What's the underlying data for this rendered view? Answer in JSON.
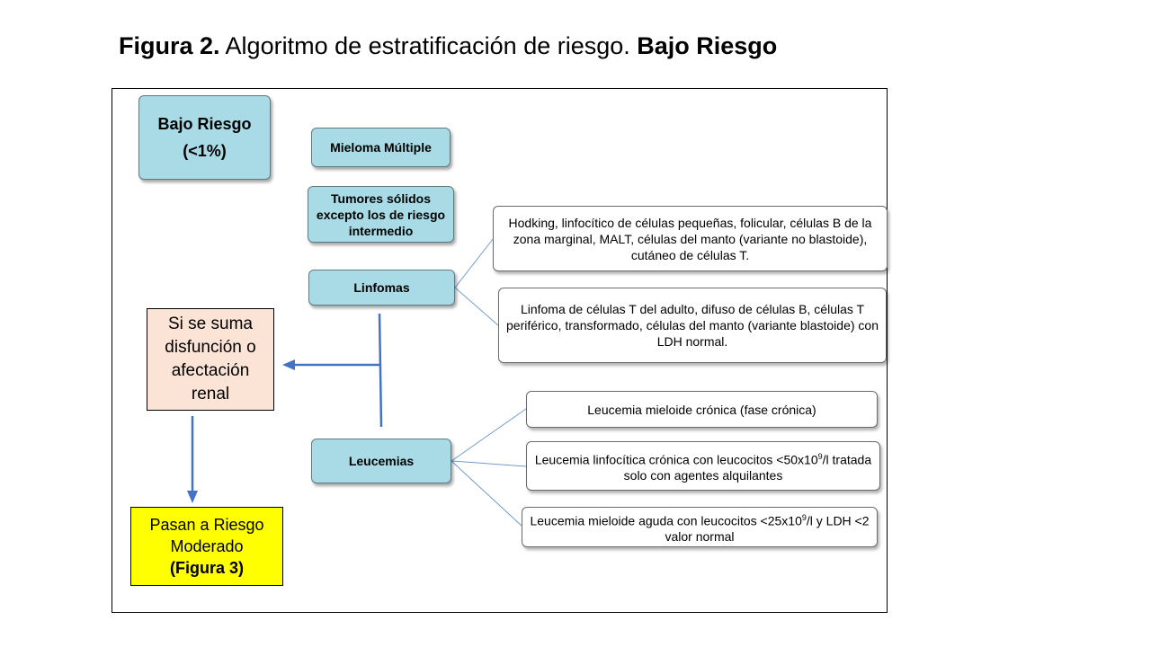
{
  "title": {
    "prefix": "Figura 2.",
    "main": " Algoritmo de estratificación de riesgo. ",
    "suffix": "Bajo Riesgo"
  },
  "risk_box": {
    "line1": "Bajo Riesgo",
    "line2": "(<1%)"
  },
  "categories": {
    "mieloma": "Mieloma Múltiple",
    "tumores": "Tumores sólidos excepto los de riesgo intermedio",
    "linfomas": "Linfomas",
    "leucemias": "Leucemias"
  },
  "linfomas_details": [
    "Hodking, linfocítico de células pequeñas, folicular, células B de la zona marginal, MALT, células del manto (variante no blastoide), cutáneo de células T.",
    "Linfoma de células T del adulto, difuso de células B, células T periférico, transformado, células del manto (variante blastoide) con LDH normal."
  ],
  "leucemias_details": {
    "d1": "Leucemia mieloide crónica (fase crónica)",
    "d2_pre": "Leucemia linfocítica crónica con leucocitos <50x10",
    "d2_sup": "9",
    "d2_post": "/l tratada solo con agentes alquilantes",
    "d3_pre": "Leucemia mieloide aguda con leucocitos <25x10",
    "d3_sup": "9",
    "d3_post": "/l y LDH <2 valor normal"
  },
  "renal_box": "Si se suma disfunción o afectación renal",
  "moderate_box": {
    "line1": "Pasan a Riesgo Moderado",
    "line2": "(Figura 3)"
  },
  "colors": {
    "box_blue": "#a8dbe6",
    "arrow_blue": "#4472c4",
    "peach": "#fbe3d6",
    "yellow": "#ffff00"
  }
}
